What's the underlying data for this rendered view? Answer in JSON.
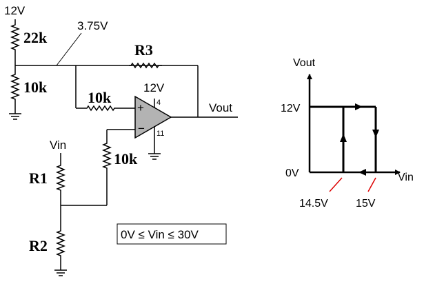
{
  "schematic": {
    "supply_top": "12V",
    "divider_node": "3.75V",
    "r_top": "22k",
    "r_bottom": "10k",
    "r3": "R3",
    "r_plus": "10k",
    "r_minus": "10k",
    "r1": "R1",
    "r2": "R2",
    "vin": "Vin",
    "opamp_supply": "12V",
    "pin_vplus": "4",
    "pin_vminus": "11",
    "plus_sign": "+",
    "minus_sign": "−",
    "vout": "Vout",
    "range": "0V ≤ Vin ≤ 30V"
  },
  "graph": {
    "y_axis": "Vout",
    "x_axis": "Vin",
    "y_high": "12V",
    "y_low": "0V",
    "x_low_threshold": "14.5V",
    "x_high_threshold": "15V"
  },
  "colors": {
    "wire": "#000000",
    "pointer": "#dd0000"
  }
}
